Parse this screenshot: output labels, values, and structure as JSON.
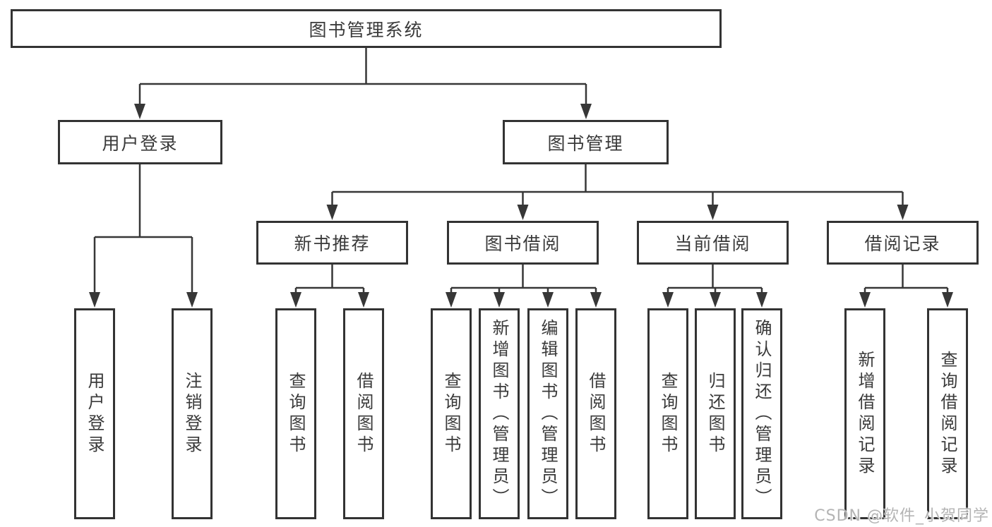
{
  "diagram": {
    "root": {
      "label": "图书管理系统"
    },
    "branches": [
      {
        "label": "用户登录",
        "leaves": [
          {
            "label": "用户登录"
          },
          {
            "label": "注销登录"
          }
        ]
      },
      {
        "label": "图书管理",
        "groups": [
          {
            "label": "新书推荐",
            "leaves": [
              {
                "label": "查询图书"
              },
              {
                "label": "借阅图书"
              }
            ]
          },
          {
            "label": "图书借阅",
            "leaves": [
              {
                "label": "查询图书"
              },
              {
                "label": "新增图书（管理员）"
              },
              {
                "label": "编辑图书（管理员）"
              },
              {
                "label": "借阅图书"
              }
            ]
          },
          {
            "label": "当前借阅",
            "leaves": [
              {
                "label": "查询图书"
              },
              {
                "label": "归还图书"
              },
              {
                "label": "确认归还（管理员）"
              }
            ]
          },
          {
            "label": "借阅记录",
            "leaves": [
              {
                "label": "新增借阅记录"
              },
              {
                "label": "查询借阅记录"
              }
            ]
          }
        ]
      }
    ]
  },
  "watermark": {
    "text": "CSDN @软件_小贺同学"
  },
  "colors": {
    "line": "#373737",
    "box_border": "#333333",
    "text": "#3a3a3a",
    "watermark": "#b4b4b4",
    "background": "#ffffff"
  }
}
